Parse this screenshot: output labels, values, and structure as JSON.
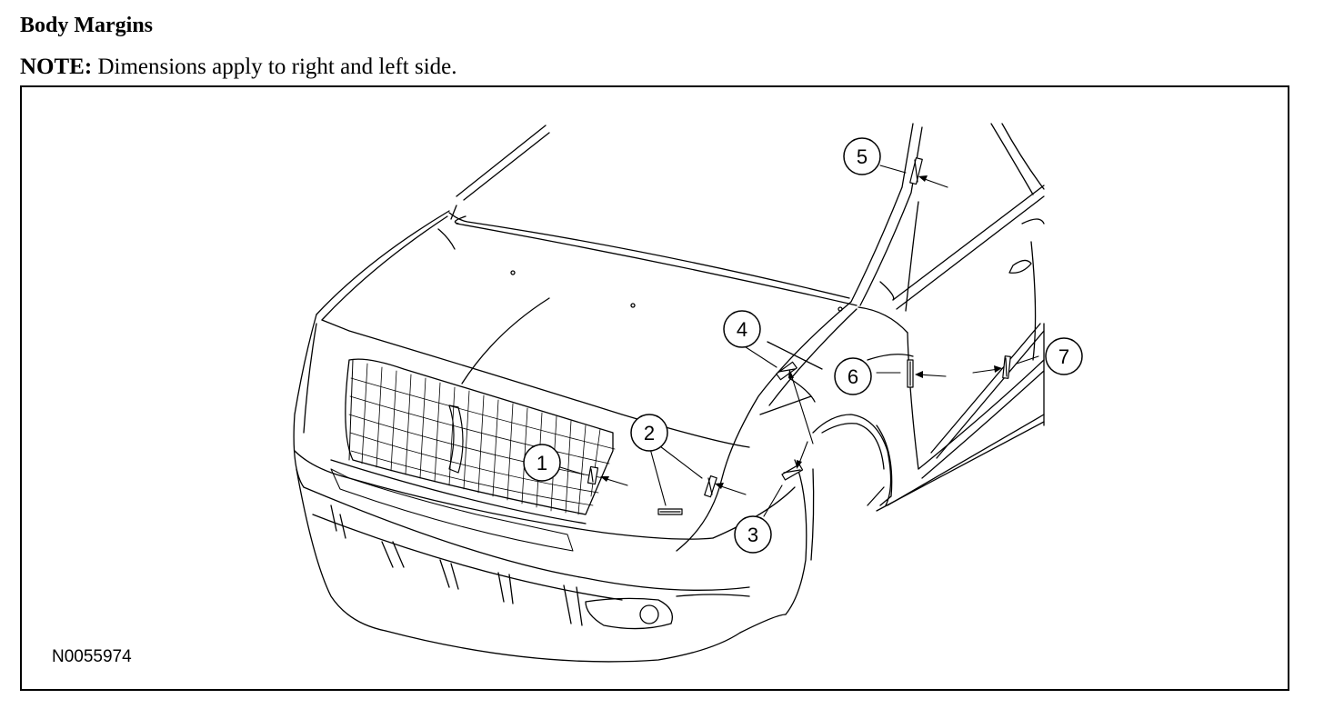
{
  "heading": "Body Margins",
  "note": {
    "label": "NOTE:",
    "text": "Dimensions apply to right and left side."
  },
  "figure": {
    "id": "N0055974",
    "callouts": [
      "1",
      "2",
      "3",
      "4",
      "5",
      "6",
      "7"
    ]
  }
}
